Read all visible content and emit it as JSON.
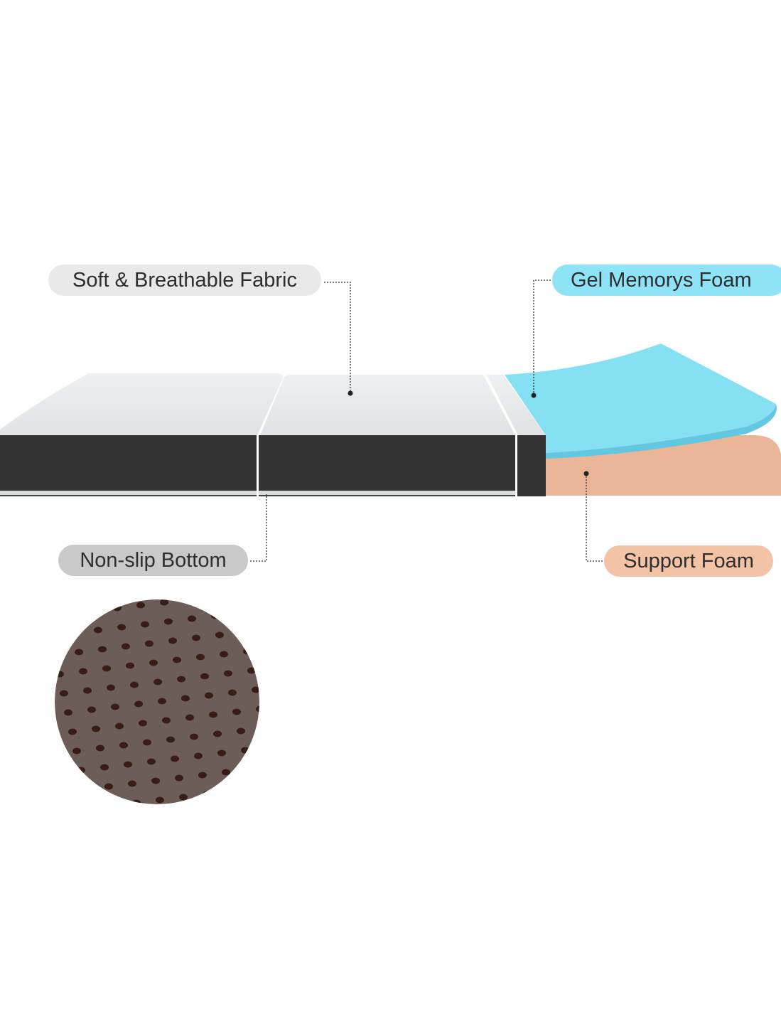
{
  "labels": {
    "fabric": "Soft & Breathable Fabric",
    "gel": "Gel Memorys Foam",
    "bottom": "Non-slip Bottom",
    "support": "Support Foam"
  },
  "colors": {
    "fabric_pill": "#e9e9e9",
    "gel_pill": "#8ee4f6",
    "bottom_pill": "#c9c9c9",
    "support_pill": "#f3c3a5",
    "gel_foam": "#86e0f4",
    "support_foam": "#ebb598",
    "cover_side": "#333333",
    "cover_top": "#e6e9ea",
    "swatch": "#6d5d59",
    "swatch_dots": "#3a1c17"
  }
}
